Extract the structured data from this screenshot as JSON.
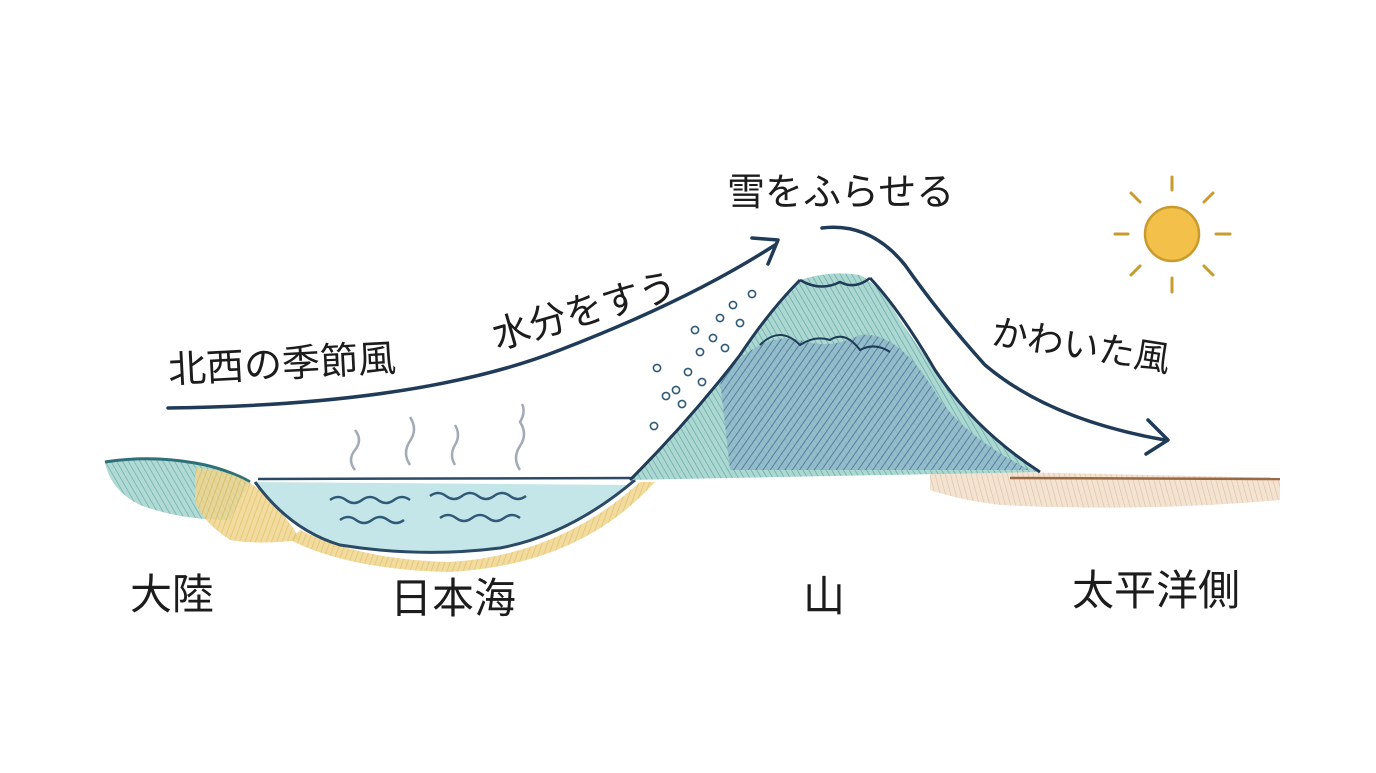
{
  "labels": {
    "wind_northwest": "北西の季節風",
    "absorb_moisture": "水分をすう",
    "make_snow": "雪をふらせる",
    "dry_wind": "かわいた風",
    "continent": "大陸",
    "sea_of_japan": "日本海",
    "mountain": "山",
    "pacific_side": "太平洋側"
  },
  "icons": {
    "sun": "sun-icon",
    "steam": "steam-icon",
    "snowflake": "snow-dot-icon",
    "arrow": "arrow-icon"
  },
  "colors": {
    "ink": "#1f3b57",
    "sea": "#9fd0d8",
    "sea_wave": "#2e5a78",
    "sand": "#e8c66e",
    "continent_green": "#4f9f9a",
    "mountain_blue": "#5a77a8",
    "mountain_teal": "#7fb9b3",
    "pacific_ground": "#d9b48f",
    "sun_fill": "#f3c04a",
    "sun_ray": "#c99a2e"
  }
}
